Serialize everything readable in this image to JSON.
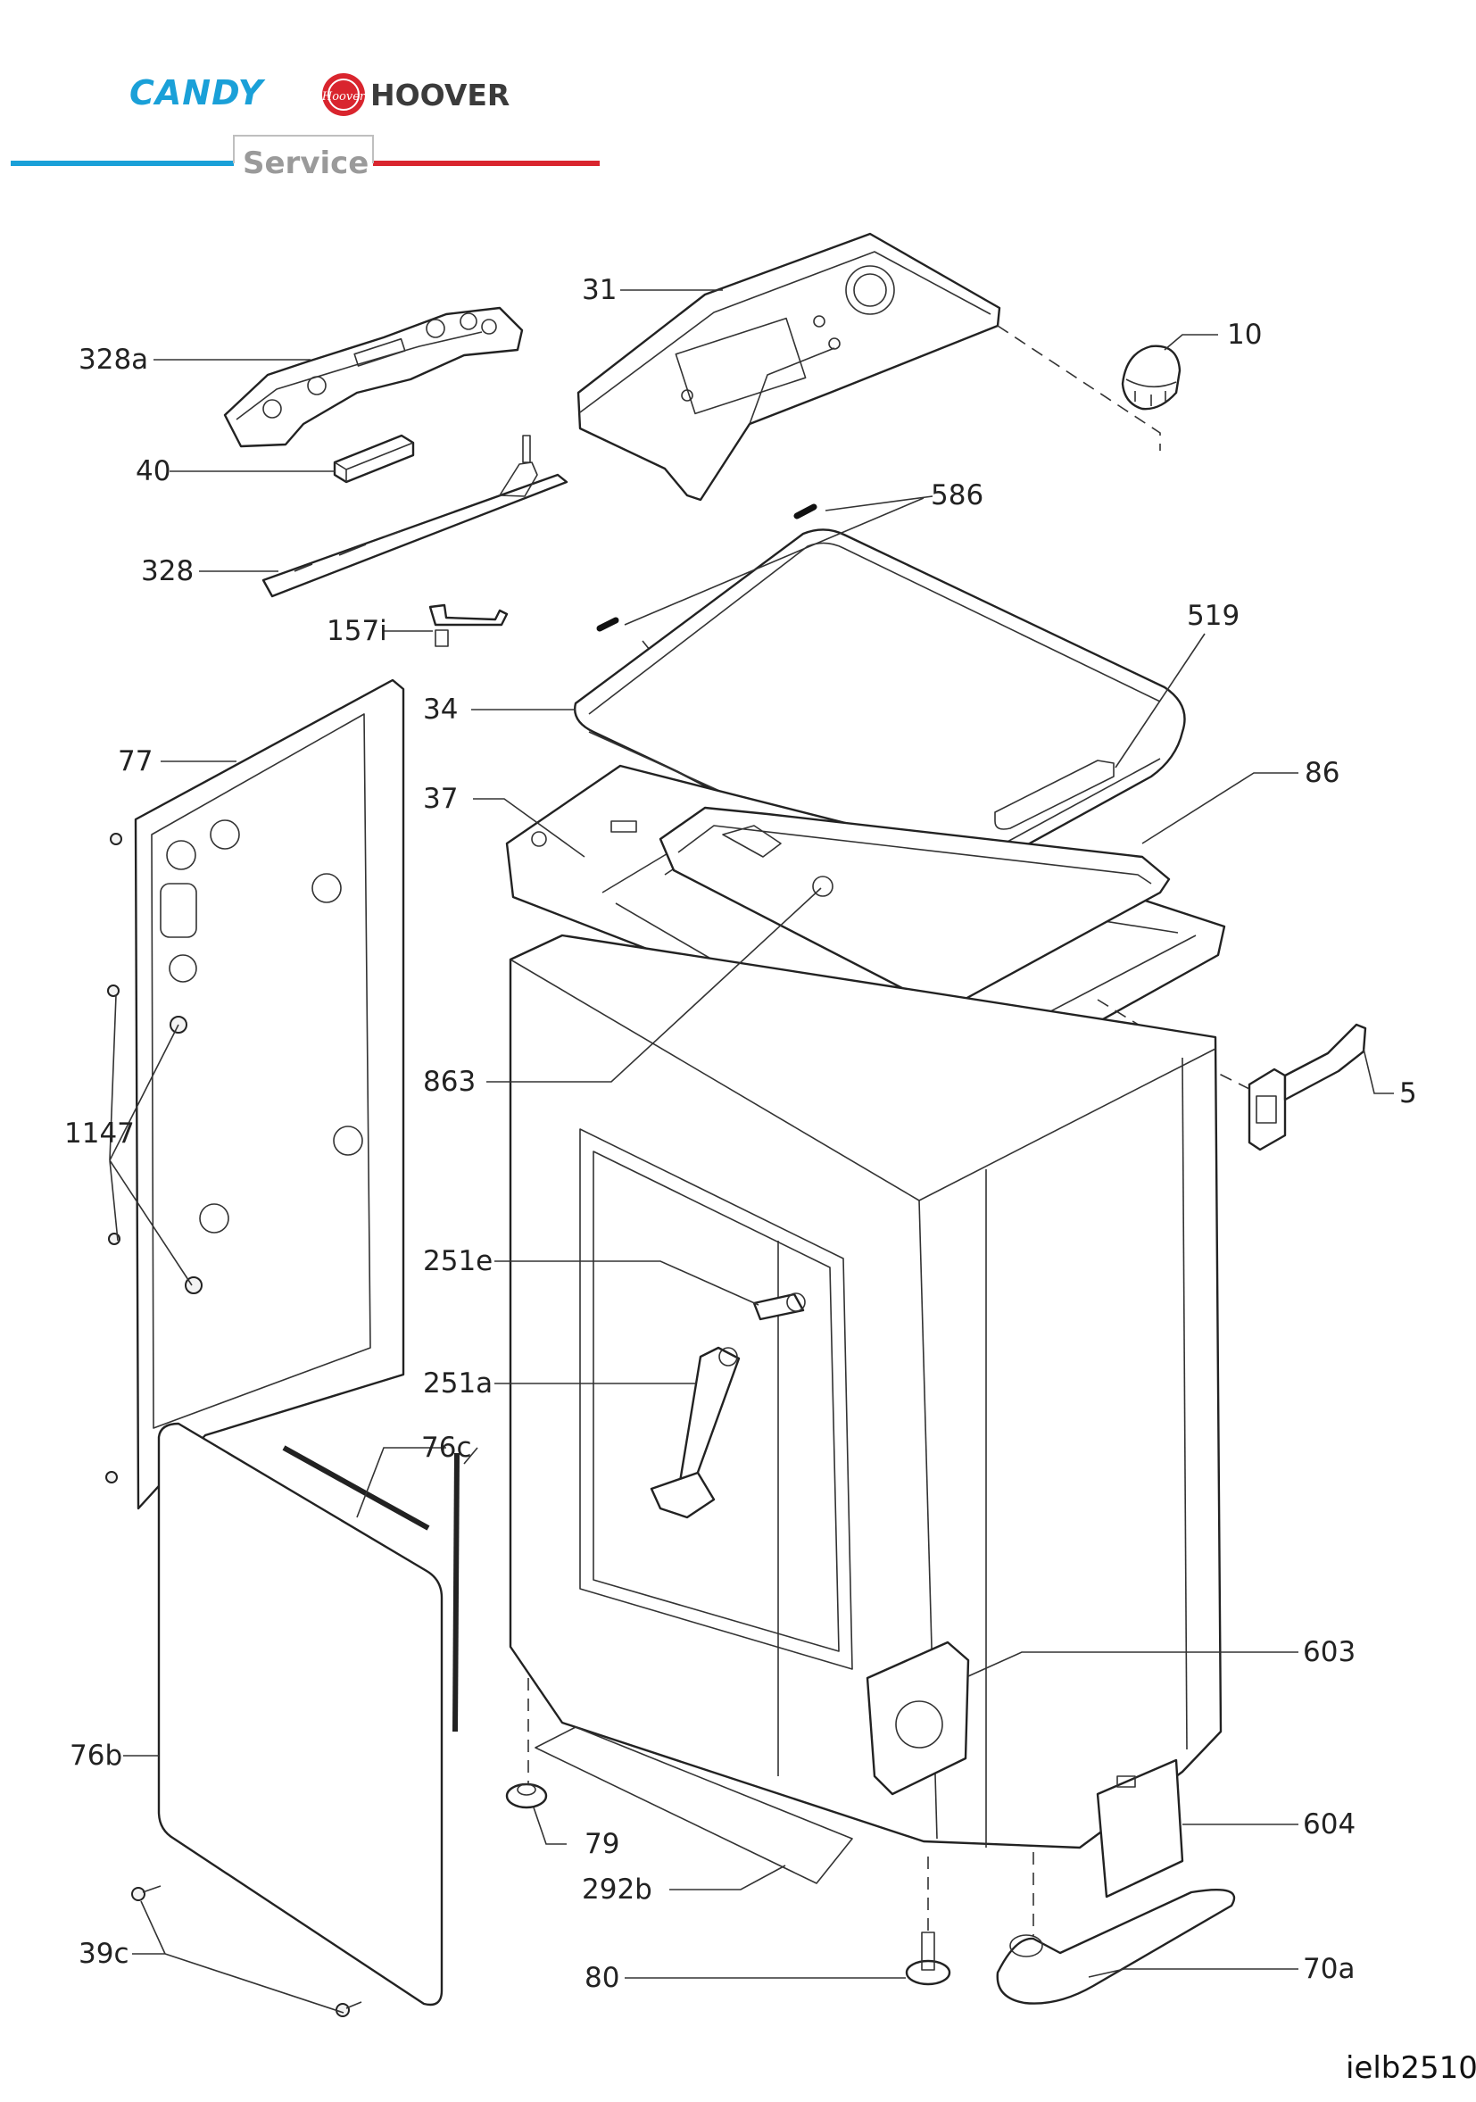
{
  "header": {
    "brand_candy": "CANDY",
    "brand_hoover": "HOOVER",
    "service_label": "Service",
    "colors": {
      "candy_blue": "#1aa0d8",
      "hoover_red": "#d9252e",
      "service_grey": "#9a9a9a"
    }
  },
  "callouts": {
    "c31": "31",
    "c10": "10",
    "c328a": "328a",
    "c40": "40",
    "c586": "586",
    "c328": "328",
    "c157i": "157i",
    "c519": "519",
    "c34": "34",
    "c77": "77",
    "c37": "37",
    "c86": "86",
    "c5": "5",
    "c863": "863",
    "c1147": "1147",
    "c251e": "251e",
    "c251a": "251a",
    "c76c": "76c",
    "c603": "603",
    "c76b": "76b",
    "c604": "604",
    "c79": "79",
    "c292b": "292b",
    "c39c": "39c",
    "c80": "80",
    "c70a": "70a"
  },
  "footer": {
    "drawing_code": "ielb2510"
  }
}
